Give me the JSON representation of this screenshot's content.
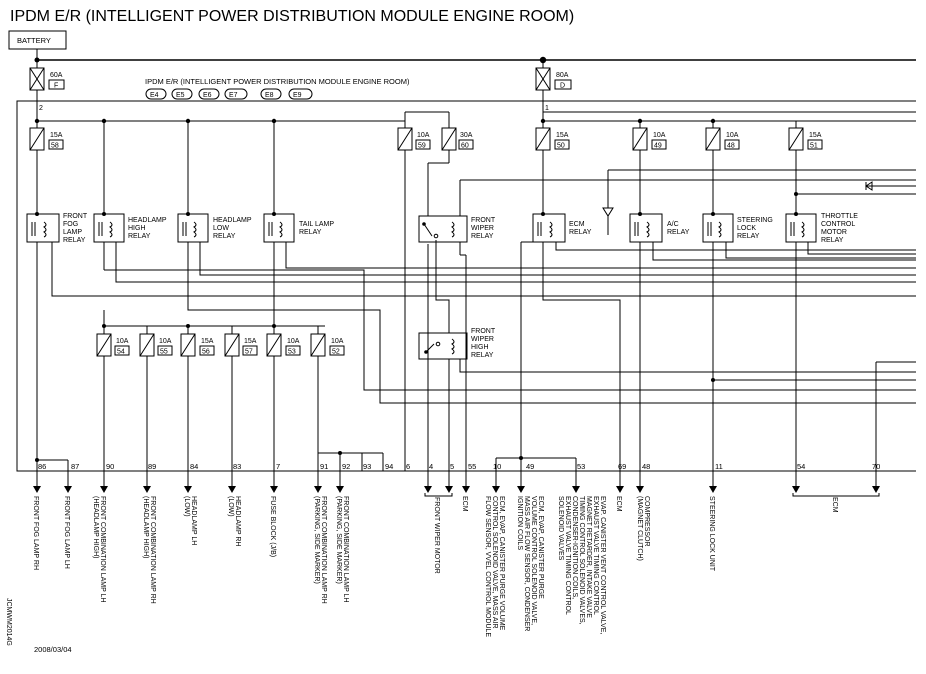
{
  "title": "IPDM E/R (INTELLIGENT POWER DISTRIBUTION MODULE ENGINE ROOM)",
  "battery_label": "BATTERY",
  "module_label": "IPDM E/R (INTELLIGENT POWER DISTRIBUTION MODULE ENGINE ROOM)",
  "connectors": [
    "E4",
    "E5",
    "E6",
    "E7",
    "E8",
    "E9"
  ],
  "main_fuses": [
    {
      "amp": "60A",
      "num": "F",
      "node": "2"
    },
    {
      "amp": "80A",
      "num": "D",
      "node": "1"
    }
  ],
  "fuses": [
    {
      "id": "f58",
      "amp": "15A",
      "num": "58"
    },
    {
      "id": "f59",
      "amp": "10A",
      "num": "59"
    },
    {
      "id": "f60",
      "amp": "30A",
      "num": "60"
    },
    {
      "id": "f50",
      "amp": "15A",
      "num": "50"
    },
    {
      "id": "f49",
      "amp": "10A",
      "num": "49"
    },
    {
      "id": "f48",
      "amp": "10A",
      "num": "48"
    },
    {
      "id": "f51",
      "amp": "15A",
      "num": "51"
    },
    {
      "id": "f54",
      "amp": "10A",
      "num": "54"
    },
    {
      "id": "f55",
      "amp": "10A",
      "num": "55"
    },
    {
      "id": "f56",
      "amp": "15A",
      "num": "56"
    },
    {
      "id": "f57",
      "amp": "15A",
      "num": "57"
    },
    {
      "id": "f53",
      "amp": "10A",
      "num": "53"
    },
    {
      "id": "f52",
      "amp": "10A",
      "num": "52"
    }
  ],
  "relays": [
    {
      "id": "fog",
      "lines": [
        "FRONT",
        "FOG",
        "LAMP",
        "RELAY"
      ]
    },
    {
      "id": "hi",
      "lines": [
        "HEADLAMP",
        "HIGH",
        "RELAY"
      ]
    },
    {
      "id": "lo",
      "lines": [
        "HEADLAMP",
        "LOW",
        "RELAY"
      ]
    },
    {
      "id": "tail",
      "lines": [
        "TAIL LAMP",
        "RELAY"
      ]
    },
    {
      "id": "wiper",
      "lines": [
        "FRONT",
        "WIPER",
        "RELAY"
      ]
    },
    {
      "id": "ecm",
      "lines": [
        "ECM",
        "RELAY"
      ]
    },
    {
      "id": "ac",
      "lines": [
        "A/C",
        "RELAY"
      ]
    },
    {
      "id": "steer",
      "lines": [
        "STEERING",
        "LOCK",
        "RELAY"
      ]
    },
    {
      "id": "throttle",
      "lines": [
        "THROTTLE",
        "CONTROL",
        "MOTOR",
        "RELAY"
      ]
    },
    {
      "id": "wiperhi",
      "lines": [
        "FRONT",
        "WIPER",
        "HIGH",
        "RELAY"
      ]
    }
  ],
  "pins": [
    "86",
    "87",
    "90",
    "89",
    "84",
    "83",
    "7",
    "91",
    "92",
    "93",
    "94",
    "6",
    "4",
    "5",
    "55",
    "10",
    "49",
    "53",
    "69",
    "48",
    "11",
    "54",
    "70"
  ],
  "outputs": [
    {
      "id": "o1",
      "lines": [
        "FRONT FOG LAMP RH"
      ]
    },
    {
      "id": "o2",
      "lines": [
        "FRONT FOG LAMP LH"
      ]
    },
    {
      "id": "o3",
      "lines": [
        "FRONT COMBINATION LAMP LH",
        "(HEADLAMP HIGH)"
      ]
    },
    {
      "id": "o4",
      "lines": [
        "FRONT COMBINATION LAMP RH",
        "(HEADLAMP HIGH)"
      ]
    },
    {
      "id": "o5",
      "lines": [
        "HEADLAMP LH",
        "(LOW)"
      ]
    },
    {
      "id": "o6",
      "lines": [
        "HEADLAMP RH",
        "(LOW)"
      ]
    },
    {
      "id": "o7",
      "lines": [
        "FUSE BLOCK (J/B)"
      ]
    },
    {
      "id": "o8",
      "lines": [
        "FRONT COMBINATION LAMP RH",
        "(PARKING, SIDE MARKER)"
      ]
    },
    {
      "id": "o9",
      "lines": [
        "FRONT COMBINATION LAMP LH",
        "(PARKING, SIDE MARKER)"
      ]
    },
    {
      "id": "o10",
      "lines": [
        "FRONT WIPER MOTOR"
      ]
    },
    {
      "id": "o11",
      "lines": [
        "ECM"
      ]
    },
    {
      "id": "o12",
      "lines": [
        "ECM, EVAP, CANISTER PURGE VOLUME",
        "CONTROL SOLENOID VALVE, MASS AIR",
        "FLOW SENSOR, VVEL CONTROL MODULE"
      ]
    },
    {
      "id": "o13",
      "lines": [
        "ECM, EVAP, CANISTER PURGE",
        "VOLUME CONTROL SOLENOID VALVE,",
        "MASS AIR FLOW SENSOR, CONDENSER",
        "IGNITION COILS"
      ]
    },
    {
      "id": "o14",
      "lines": [
        "EVAP. CANISTER VENT CONTROL VALVE,",
        "EXHAUST VALVE TIMING CONTROL",
        "MAGNET RETARDER, INTAKE VALVE",
        "TIMING CONTROL SOLENOID VALVES,",
        "CONDENSER-IGNITION COILS,",
        "EXHAUST VALVE TIMING CONTROL",
        "SOLENOID VALVES"
      ]
    },
    {
      "id": "o15",
      "lines": [
        "ECM"
      ]
    },
    {
      "id": "o16",
      "lines": [
        "COMPRESSOR",
        "(MAGNET CLUTCH)"
      ]
    },
    {
      "id": "o17",
      "lines": [
        "STEERING LOCK UNIT"
      ]
    },
    {
      "id": "o18",
      "lines": [
        "ECM"
      ]
    }
  ],
  "side_code": "JCMWM2014G",
  "date": "2008/03/04"
}
